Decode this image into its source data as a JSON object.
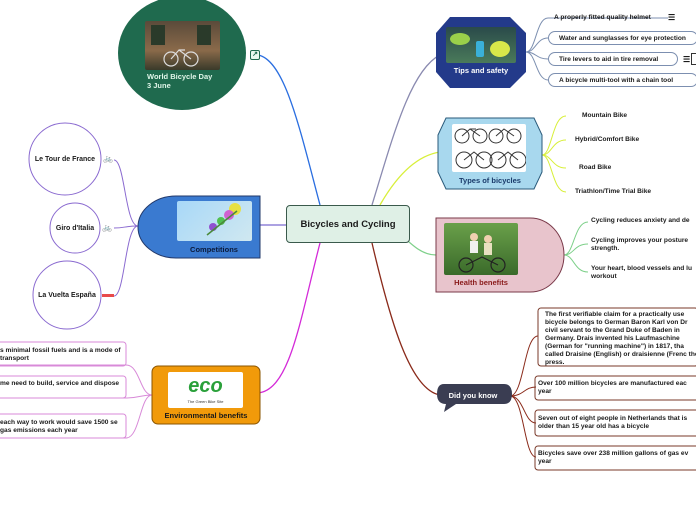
{
  "central": "Bicycles and Cycling",
  "bike_day": {
    "title": "World Bicycle Day",
    "date": "3 June"
  },
  "tips": {
    "title": "Tips and safety",
    "items": [
      "A properly fitted quality helmet",
      "Water and sunglasses for eye protection",
      "Tire levers to aid in tire removal",
      "A bicycle multi-tool with a chain tool"
    ]
  },
  "types": {
    "title": "Types of bicycles",
    "items": [
      "Mountain Bike",
      "Hybrid/Comfort Bike",
      "Road Bike",
      "Triathlon/Time Trial Bike"
    ]
  },
  "health": {
    "title": "Health benefits",
    "items": [
      "Cycling reduces anxiety and de",
      "Cycling improves your posture strength.",
      "Your heart, blood vessels and lu workout"
    ]
  },
  "know": {
    "title": "Did you know",
    "items": [
      "The first verifiable claim for a practically use bicycle belongs to German Baron Karl von Dr civil servant to the Grand Duke of Baden in Germany. Drais invented his Laufmaschine (German for \"running machine\") in 1817, tha called Draisine (English) or draisienne (Frenc the press.",
      "Over 100 million bicycles are manufactured eac year",
      "Seven out of eight people in Netherlands that is older than 15 year old has a bicycle",
      "Bicycles save over 238 million gallons of gas ev year"
    ]
  },
  "competitions": {
    "title": "Competitions",
    "items": [
      "Le Tour de France",
      "Giro d'Italia",
      "La Vuelta España"
    ]
  },
  "environment": {
    "title": "Environmental benefits",
    "logo_text": "eco",
    "logo_sub": "The Green Bike Site",
    "items": [
      "s minimal fossil fuels and is a mode of transport",
      "me need to build, service and dispose",
      "each way to work would save 1500 se gas emissions each year"
    ]
  },
  "colors": {
    "tips": "#233a8a",
    "types": "#a8d8ee",
    "health": "#e8c4cc",
    "know": "#3a3d52",
    "competitions": "#3a7ad0",
    "environment": "#f19a0a",
    "bike_day": "#1f6a4e"
  }
}
